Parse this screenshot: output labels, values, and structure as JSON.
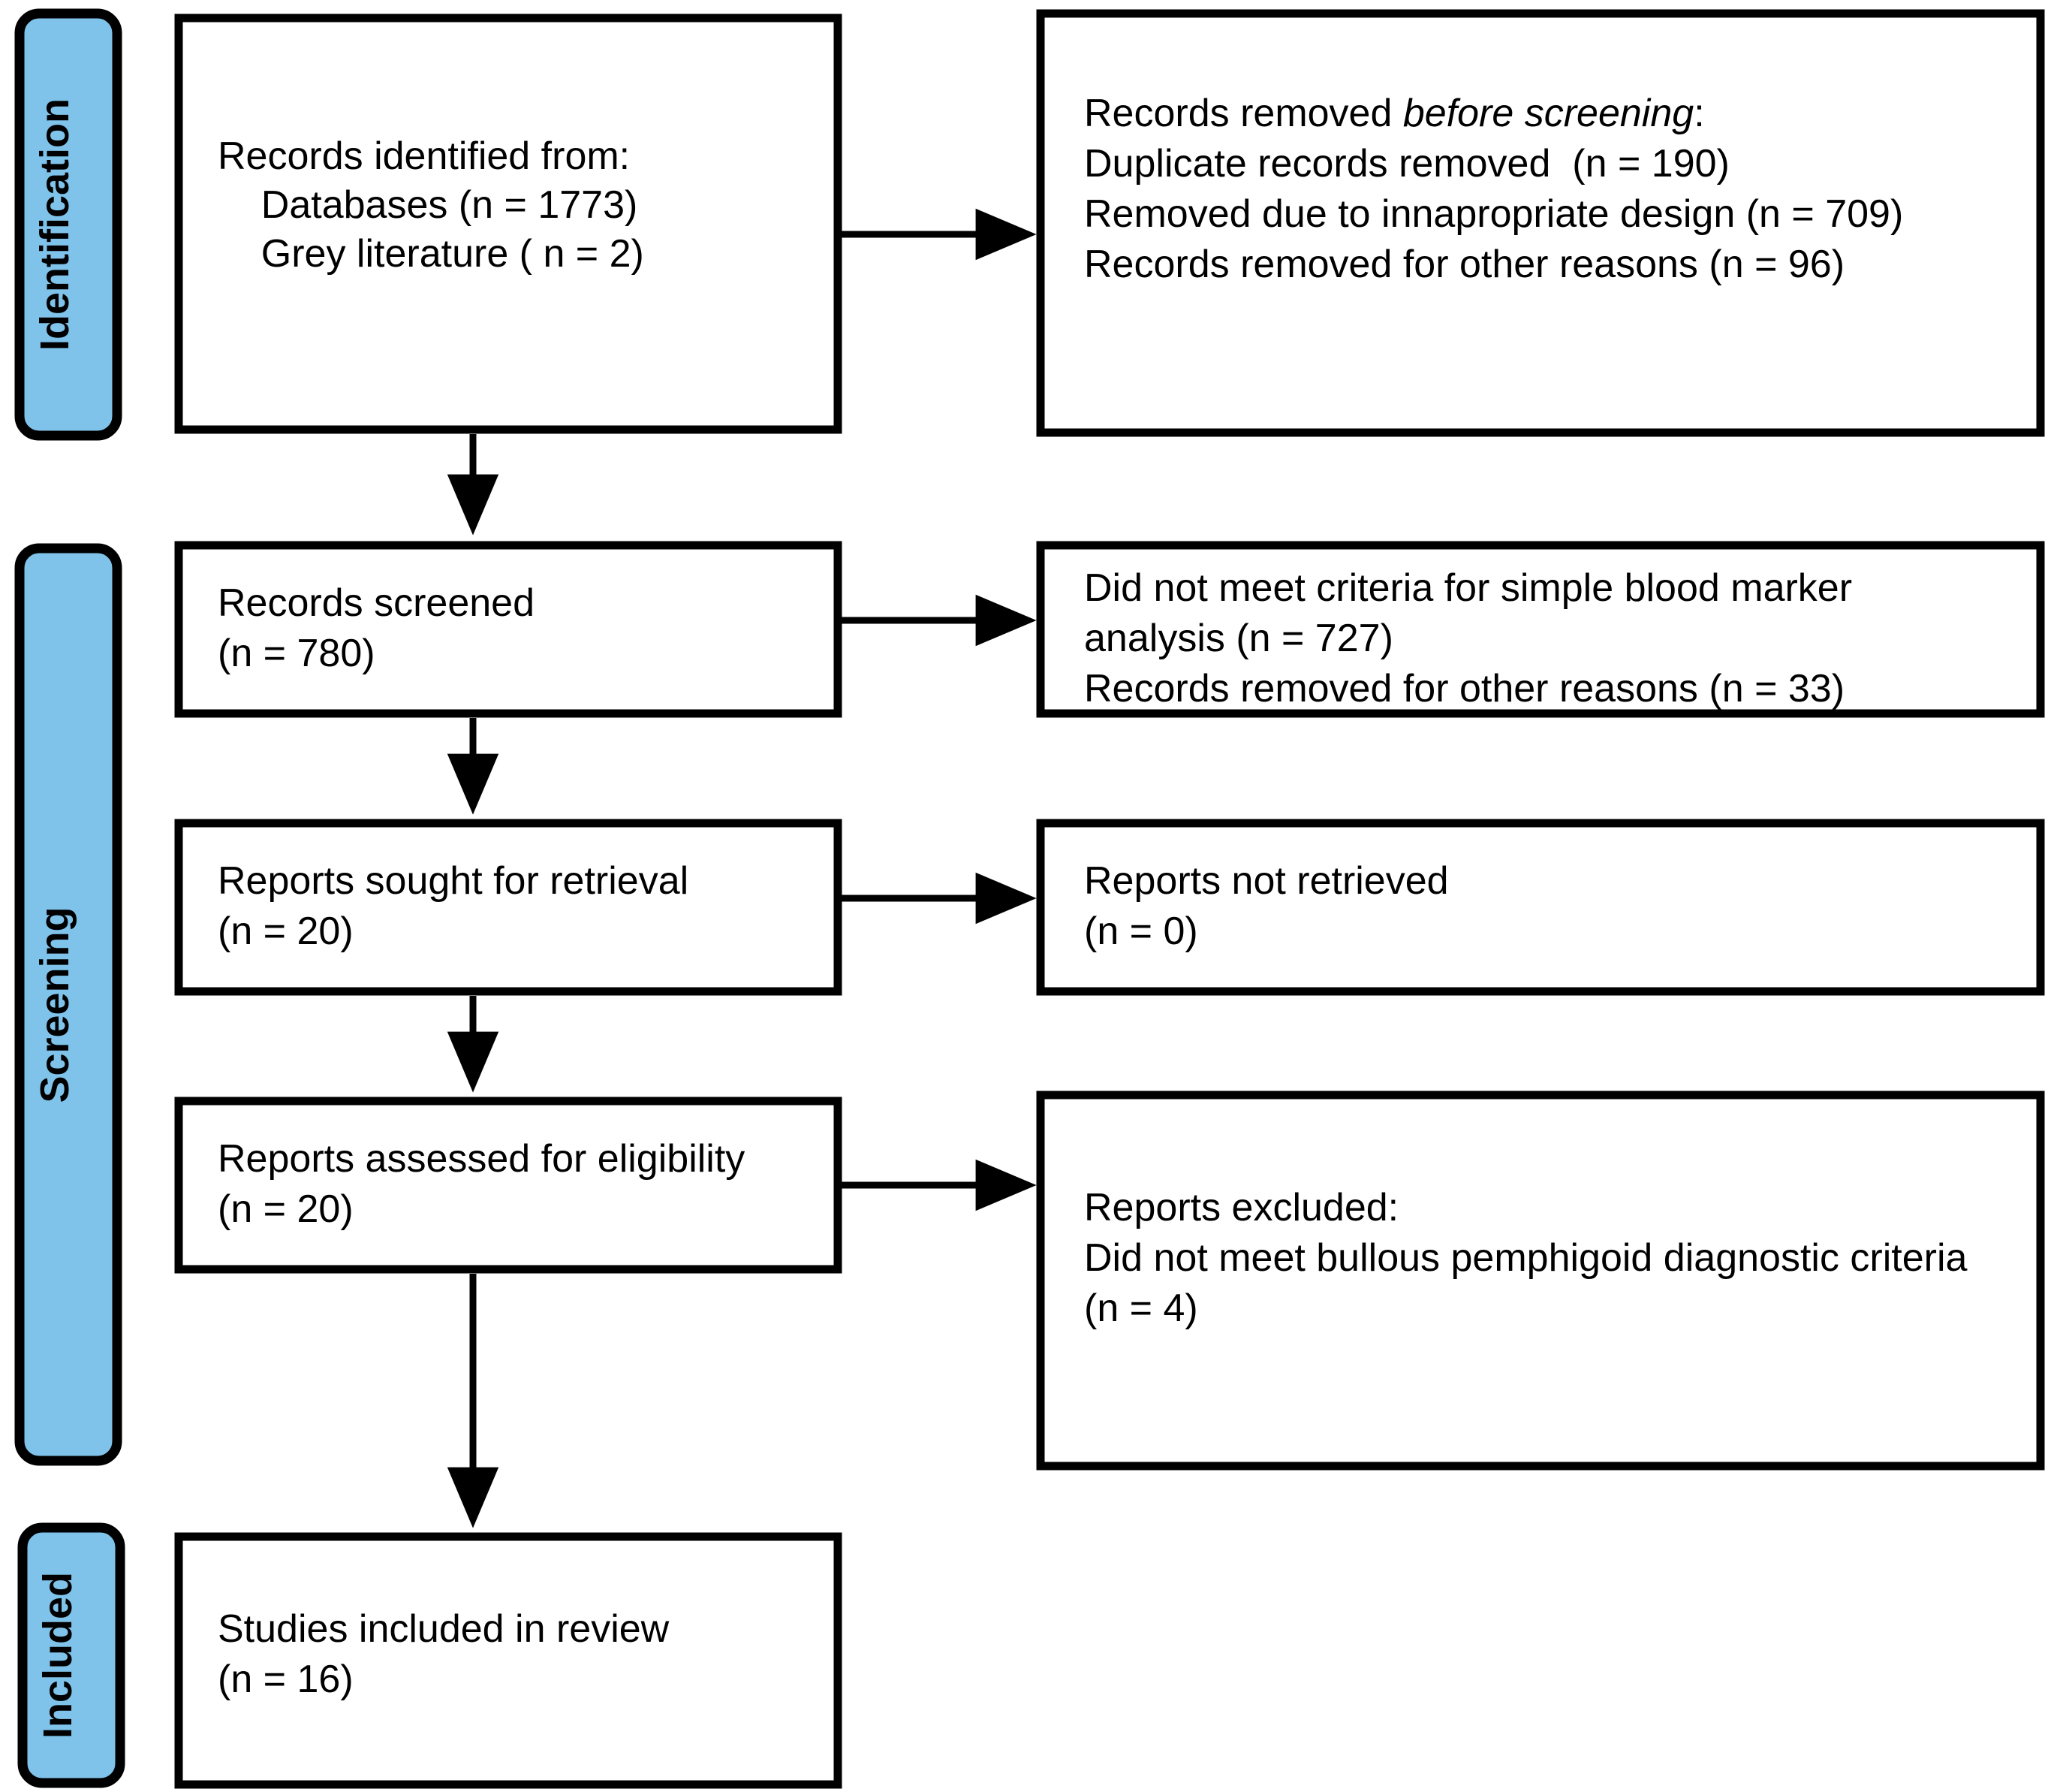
{
  "diagram": {
    "type": "PRISMA flow diagram",
    "accent_color": "#7FC3EB",
    "line_color": "#000000",
    "background_color": "#FFFFFF",
    "stages": [
      {
        "id": "identification",
        "label": "Identification"
      },
      {
        "id": "screening",
        "label": "Screening"
      },
      {
        "id": "included",
        "label": "Included"
      }
    ],
    "boxes": {
      "identified": {
        "lines": [
          "Records identified from:",
          "    Databases (n = 1773)",
          "    Grey literature ( n = 2)"
        ]
      },
      "removed_before_screening": {
        "heading_prefix": "Records removed ",
        "heading_italic": "before screening",
        "heading_suffix": ":",
        "lines": [
          "Duplicate records removed  (n = 190)",
          "Removed due to innapropriate design (n = 709)",
          "Records removed for other reasons (n = 96)"
        ]
      },
      "records_screened": {
        "lines": [
          "Records screened",
          "(n = 780)"
        ]
      },
      "screening_excluded": {
        "lines": [
          "Did not meet criteria for simple blood marker",
          "analysis (n = 727)",
          "Records removed for other reasons (n = 33)"
        ]
      },
      "reports_sought": {
        "lines": [
          "Reports sought for retrieval",
          "(n = 20)"
        ]
      },
      "reports_not_retrieved": {
        "lines": [
          "Reports not retrieved",
          "(n = 0)"
        ]
      },
      "reports_assessed": {
        "lines": [
          "Reports assessed for eligibility",
          "(n = 20)"
        ]
      },
      "reports_excluded": {
        "lines": [
          "Reports excluded:",
          "Did not meet bullous pemphigoid diagnostic criteria",
          "(n = 4)"
        ]
      },
      "studies_included": {
        "lines": [
          "Studies included in review",
          "(n = 16)"
        ]
      }
    },
    "counts": {
      "databases": 1773,
      "grey_literature": 2,
      "duplicates_removed": 190,
      "inappropriate_design_removed": 709,
      "other_reasons_removed_before_screening": 96,
      "records_screened": 780,
      "no_simple_blood_marker_criteria": 727,
      "other_reasons_removed_screening": 33,
      "reports_sought": 20,
      "reports_not_retrieved": 0,
      "reports_assessed": 20,
      "reports_excluded_no_bp_criteria": 4,
      "studies_included": 16
    }
  }
}
